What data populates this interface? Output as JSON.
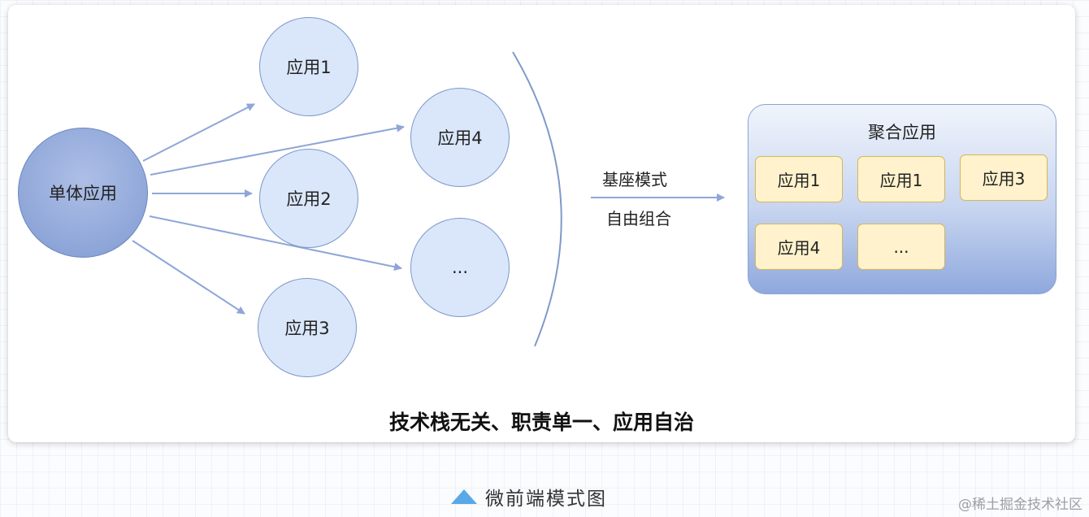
{
  "diagram": {
    "source_node": "单体应用",
    "app_nodes": [
      "应用1",
      "应用4",
      "应用2",
      "...",
      "应用3"
    ],
    "edge_label_line1": "基座模式",
    "edge_label_line2": "自由组合",
    "aggregate": {
      "title": "聚合应用",
      "items": [
        "应用1",
        "应用1",
        "应用3",
        "应用4",
        "..."
      ]
    },
    "caption": "技术栈无关、职责单一、应用自治"
  },
  "figure_caption": "微前端模式图",
  "watermark": "@稀土掘金技术社区",
  "colors": {
    "app_node_fill": "#dae6fa",
    "app_node_stroke": "#7c98c8",
    "arrow": "#8ea6d8",
    "box_fill": "#fff2cc",
    "box_stroke": "#d6b656",
    "caption_icon": "#5aa9e6"
  }
}
